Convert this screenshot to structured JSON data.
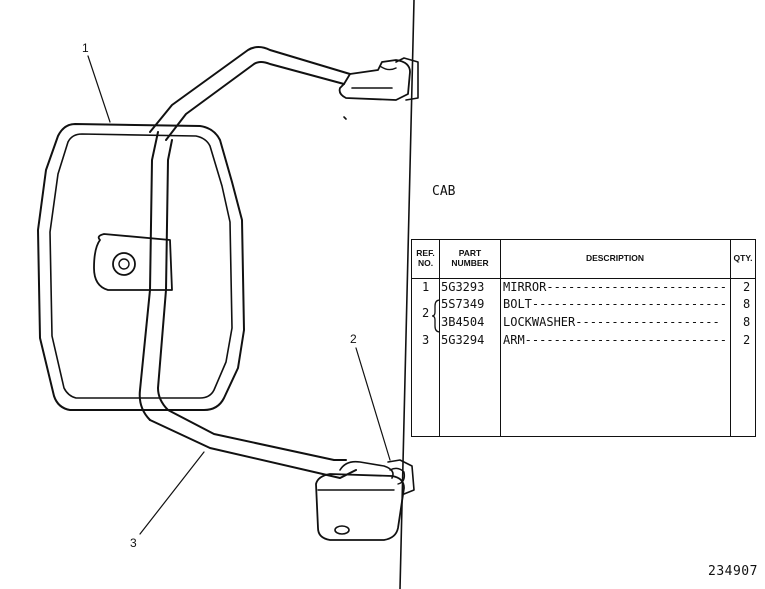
{
  "callouts": [
    "1",
    "2",
    "3"
  ],
  "cab_label": "CAB",
  "drawing_number": "234907",
  "table": {
    "headers": {
      "ref_no": "REF. NO.",
      "part_number": "PART NUMBER",
      "description": "DESCRIPTION",
      "qty": "QTY."
    },
    "rows": [
      {
        "ref": "1",
        "part": "5G3293",
        "desc": "MIRROR-----------------------------",
        "qty": "2"
      },
      {
        "ref": "",
        "part": "5S7349",
        "desc": "BOLT------------------------------",
        "qty": "8"
      },
      {
        "ref": "2",
        "part": "3B4504",
        "desc": "LOCKWASHER--------------------",
        "qty": "8"
      },
      {
        "ref": "3",
        "part": "5G3294",
        "desc": "ARM------------------------------",
        "qty": "2"
      }
    ]
  }
}
